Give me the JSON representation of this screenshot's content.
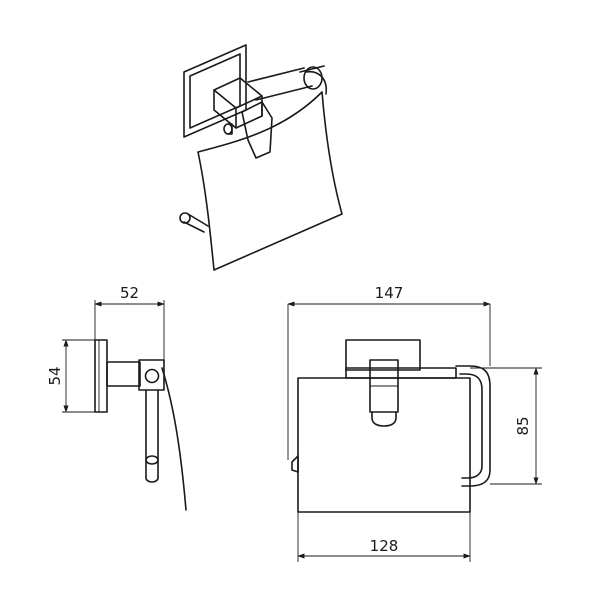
{
  "dimensions": {
    "side_width": "52",
    "side_height": "54",
    "front_overall_width": "147",
    "front_cover_width": "128",
    "front_height": "85"
  }
}
